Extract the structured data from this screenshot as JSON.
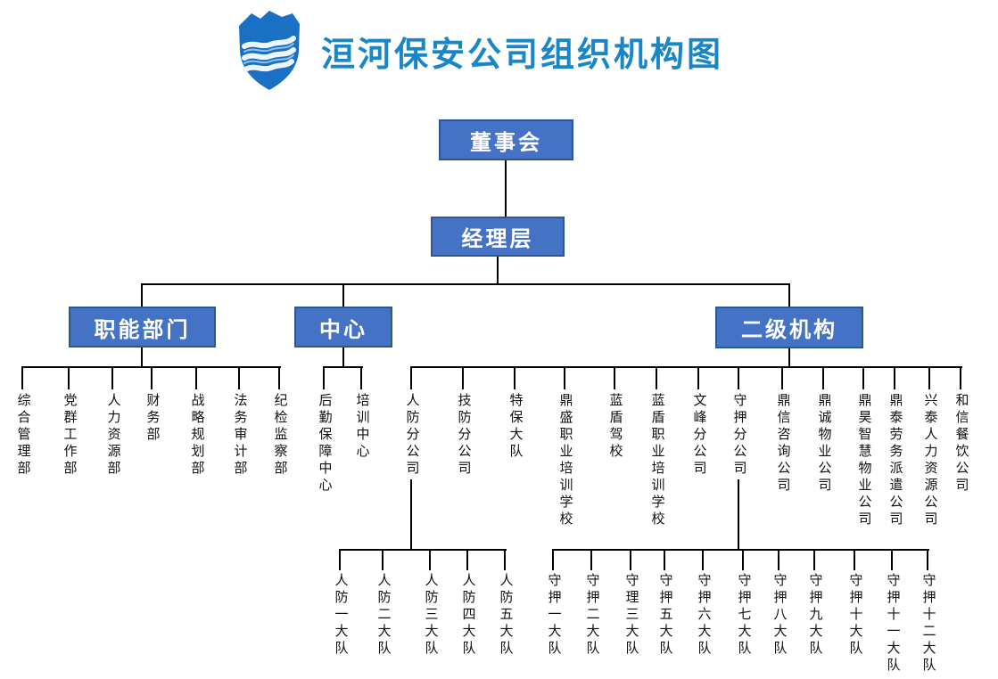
{
  "header": {
    "title": "洹河保安公司组织机构图",
    "logo_icon": "shield-waves-logo",
    "title_color": "#1987c7"
  },
  "palette": {
    "node_fill": "#4472c4",
    "node_border": "#2f5597",
    "node_text": "#ffffff",
    "connector": "#000000",
    "leaf_text": "#111111",
    "logo_blue": "#1a70c5",
    "background": "#ffffff"
  },
  "org": {
    "board": {
      "label": "董事会"
    },
    "management": {
      "label": "经理层"
    },
    "functional": {
      "label": "职能部门",
      "children": [
        "综合管理部",
        "党群工作部",
        "人力资源部",
        "财务部",
        "战略规划部",
        "法务审计部",
        "纪检监察部"
      ]
    },
    "centers": {
      "label": "中心",
      "children": [
        "后勤保障中心",
        "培训中心"
      ]
    },
    "secondary": {
      "label": "二级机构",
      "children": [
        "人防分公司",
        "技防分公司",
        "特保大队",
        "鼎盛职业培训学校",
        "蓝盾驾校",
        "蓝盾职业培训学校",
        "文峰分公司",
        "守押分公司",
        "鼎信咨询公司",
        "鼎诚物业公司",
        "鼎昊智慧物业公司",
        "鼎泰劳务派遣公司",
        "兴泰人力资源公司",
        "和信餐饮公司"
      ]
    },
    "renfang_detachments": {
      "parent": "人防分公司",
      "children": [
        "人防一大队",
        "人防二大队",
        "人防三大队",
        "人防四大队",
        "人防五大队"
      ]
    },
    "shouya_detachments": {
      "parent": "守押分公司",
      "children": [
        "守押一大队",
        "守押二大队",
        "守理三大队",
        "守押五大队",
        "守押六大队",
        "守押七大队",
        "守押八大队",
        "守押九大队",
        "守押十大队",
        "守押十一大队",
        "守押十二大队"
      ]
    }
  }
}
